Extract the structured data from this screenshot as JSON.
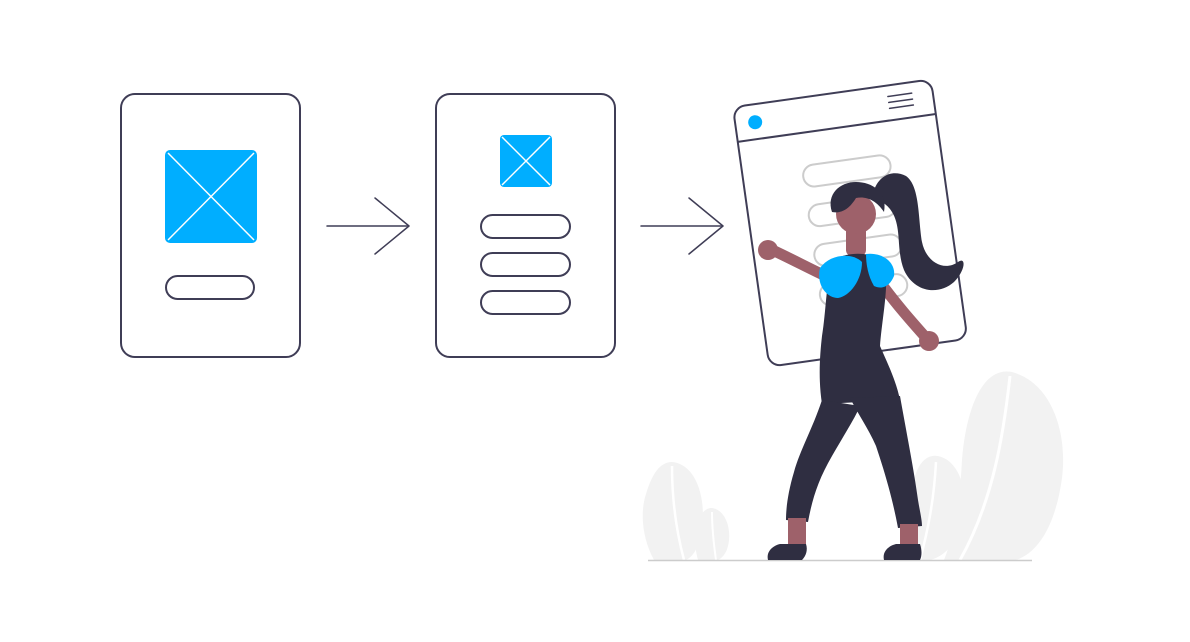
{
  "colors": {
    "background": "#ffffff",
    "outline": "#3f3d56",
    "accent": "#00aeff",
    "skin": "#9e616a",
    "figure_dark": "#2f2e41",
    "foliage": "#f2f2f2",
    "foliage_vein": "#ffffff",
    "placeholder_pill": "#cccccc",
    "ground": "#cccccc"
  },
  "icons": {
    "image_placeholder": "image-placeholder-icon",
    "arrow": "arrow-right-icon",
    "menu": "hamburger-menu-icon",
    "window_dot": "window-dot-icon"
  },
  "wireframes": [
    {
      "id": "wireframe-card-1",
      "image_placeholders": 1,
      "text_lines": 1
    },
    {
      "id": "wireframe-card-2",
      "image_placeholders": 1,
      "text_lines": 3
    },
    {
      "id": "browser-mockup",
      "image_placeholders": 0,
      "text_lines": 4
    }
  ]
}
